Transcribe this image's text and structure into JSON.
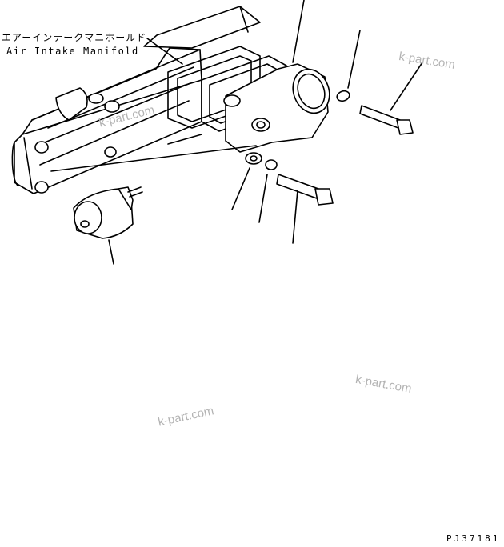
{
  "labels": {
    "part_name_jp": "エアーインテークマニホールド",
    "part_name_en": "Air Intake Manifold",
    "drawing_code": "PJ37181"
  },
  "watermarks": [
    "k-part.com",
    "k-part.com",
    "k-part.com",
    "k-part.com"
  ]
}
